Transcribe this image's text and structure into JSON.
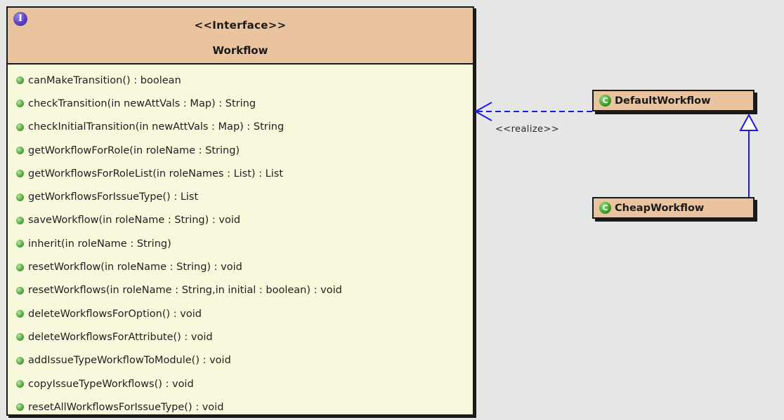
{
  "interface": {
    "icon_letter": "I",
    "stereotype": "<<Interface>>",
    "name": "Workflow",
    "methods": [
      "canMakeTransition() : boolean",
      "checkTransition(in newAttVals : Map) : String",
      "checkInitialTransition(in newAttVals : Map) : String",
      "getWorkflowForRole(in roleName : String)",
      "getWorkflowsForRoleList(in roleNames : List) : List",
      "getWorkflowsForIssueType() : List",
      "saveWorkflow(in roleName : String) : void",
      "inherit(in roleName : String)",
      "resetWorkflow(in roleName : String) : void",
      "resetWorkflows(in roleName : String,in initial : boolean) : void",
      "deleteWorkflowsForOption() : void",
      "deleteWorkflowsForAttribute() : void",
      "addIssueTypeWorkflowToModule() : void",
      "copyIssueTypeWorkflows() : void",
      "resetAllWorkflowsForIssueType() : void"
    ]
  },
  "classes": {
    "default_workflow": {
      "icon_letter": "C",
      "name": "DefaultWorkflow"
    },
    "cheap_workflow": {
      "icon_letter": "C",
      "name": "CheapWorkflow"
    }
  },
  "relations": {
    "realize_label": "<<realize>>"
  },
  "colors": {
    "background": "#e6e6e6",
    "interface_body": "#f8f9dc",
    "header_fill": "#e9c49f",
    "edge_blue": "#1a1ae0"
  }
}
